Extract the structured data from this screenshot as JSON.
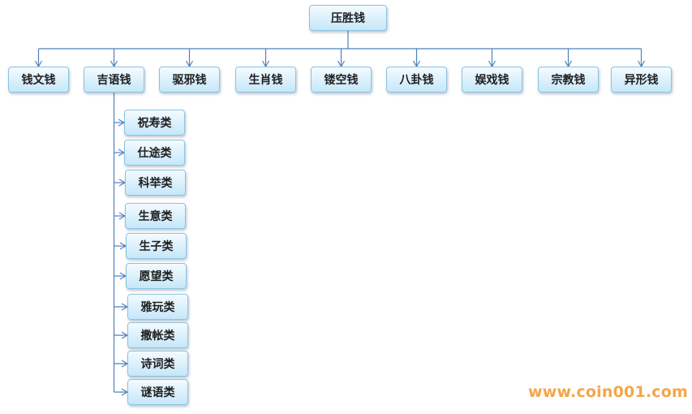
{
  "root": {
    "label": "压胜钱"
  },
  "categories": [
    {
      "label": "钱文钱"
    },
    {
      "label": "吉语钱"
    },
    {
      "label": "驱邪钱"
    },
    {
      "label": "生肖钱"
    },
    {
      "label": "镂空钱"
    },
    {
      "label": "八卦钱"
    },
    {
      "label": "娱戏钱"
    },
    {
      "label": "宗教钱"
    },
    {
      "label": "异形钱"
    }
  ],
  "subcategories_parent": "吉语钱",
  "subcategories": [
    {
      "label": "祝寿类"
    },
    {
      "label": "仕途类"
    },
    {
      "label": "科举类"
    },
    {
      "label": "生意类"
    },
    {
      "label": "生子类"
    },
    {
      "label": "愿望类"
    },
    {
      "label": "雅玩类"
    },
    {
      "label": "撒帐类"
    },
    {
      "label": "诗词类"
    },
    {
      "label": "谜语类"
    }
  ],
  "watermark": "www.coin001.com",
  "colors": {
    "connector": "#4f81bd",
    "node_border": "#8cc3e3",
    "node_fill_top": "#f4fbff",
    "node_fill_bottom": "#c6e7f8",
    "watermark": "#f3a64a"
  }
}
